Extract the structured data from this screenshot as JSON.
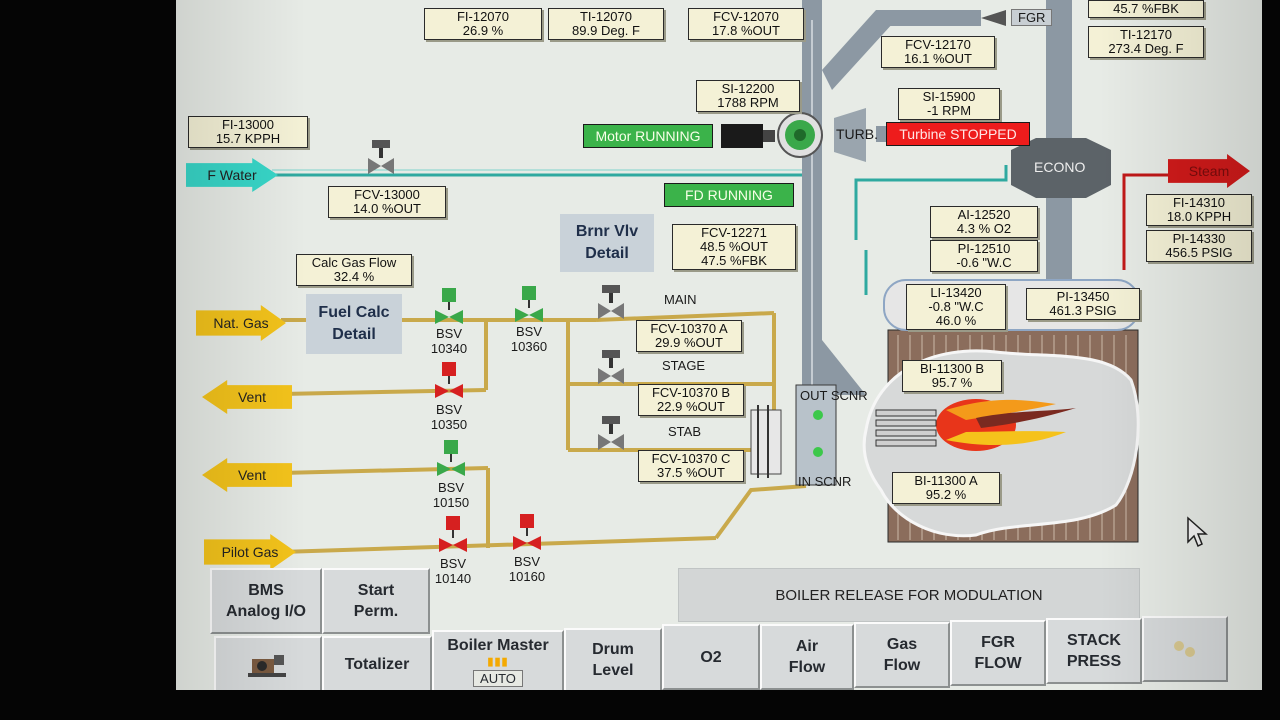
{
  "tags": {
    "fi_12070": {
      "name": "FI-12070",
      "value": "26.9   %"
    },
    "ti_12070": {
      "name": "TI-12070",
      "value": "89.9 Deg. F"
    },
    "fcv_12070": {
      "name": "FCV-12070",
      "value": "17.8 %OUT"
    },
    "fbk_top": {
      "value": "45.7 %FBK"
    },
    "fcv_12170": {
      "name": "FCV-12170",
      "value": "16.1 %OUT"
    },
    "ti_12170": {
      "name": "TI-12170",
      "value": "273.4 Deg. F"
    },
    "si_12200": {
      "name": "SI-12200",
      "value": "1788 RPM"
    },
    "si_15900": {
      "name": "SI-15900",
      "value": "-1  RPM"
    },
    "fi_13000": {
      "name": "FI-13000",
      "value": "15.7 KPPH"
    },
    "fcv_13000": {
      "name": "FCV-13000",
      "value": "14.0 %OUT"
    },
    "calc_gas": {
      "name": "Calc Gas Flow",
      "value": "32.4    %"
    },
    "fcv_12271": {
      "name": "FCV-12271",
      "value": "48.5 %OUT",
      "value2": "47.5 %FBK"
    },
    "ai_12520": {
      "name": "AI-12520",
      "value": "4.3   % O2"
    },
    "pi_12510": {
      "name": "PI-12510",
      "value": "-0.6  \"W.C"
    },
    "fi_14310": {
      "name": "FI-14310",
      "value": "18.0 KPPH"
    },
    "pi_14330": {
      "name": "PI-14330",
      "value": "456.5 PSIG"
    },
    "li_13420": {
      "name": "LI-13420",
      "value": "-0.8  \"W.C",
      "value2": "46.0    %"
    },
    "pi_13450": {
      "name": "PI-13450",
      "value": "461.3 PSIG"
    },
    "fcv_10370a": {
      "name": "FCV-10370 A",
      "value": "29.9 %OUT"
    },
    "fcv_10370b": {
      "name": "FCV-10370 B",
      "value": "22.9 %OUT"
    },
    "fcv_10370c": {
      "name": "FCV-10370 C",
      "value": "37.5 %OUT"
    },
    "bi_11300b": {
      "name": "BI-11300 B",
      "value": "95.7   %"
    },
    "bi_11300a": {
      "name": "BI-11300 A",
      "value": "95.2   %"
    }
  },
  "status": {
    "motor": "Motor RUNNING",
    "turbine": "Turbine STOPPED",
    "fd": "FD RUNNING"
  },
  "labels": {
    "fgr": "FGR",
    "turb": "TURB.",
    "econo": "ECONO",
    "main": "MAIN",
    "stage": "STAGE",
    "stab": "STAB",
    "out_scnr": "OUT SCNR",
    "in_scnr": "IN SCNR",
    "fuel_calc_l1": "Fuel Calc",
    "fuel_calc_l2": "Detail",
    "brnr_l1": "Brnr Vlv",
    "brnr_l2": "Detail",
    "banner": "BOILER RELEASE FOR MODULATION"
  },
  "arrows": {
    "f_water": "F Water",
    "nat_gas": "Nat. Gas",
    "vent1": "Vent",
    "vent2": "Vent",
    "pilot_gas": "Pilot Gas",
    "steam": "Steam"
  },
  "valves": {
    "v10340": {
      "type": "BSV",
      "num": "10340"
    },
    "v10360": {
      "type": "BSV",
      "num": "10360"
    },
    "v10350": {
      "type": "BSV",
      "num": "10350"
    },
    "v10150": {
      "type": "BSV",
      "num": "10150"
    },
    "v10140": {
      "type": "BSV",
      "num": "10140"
    },
    "v10160": {
      "type": "BSV",
      "num": "10160"
    }
  },
  "nav": {
    "bms_l1": "BMS",
    "bms_l2": "Analog I/O",
    "start_l1": "Start",
    "start_l2": "Perm.",
    "totalizer": "Totalizer",
    "boiler_master": "Boiler Master",
    "boiler_master_mode": "AUTO",
    "drum_l1": "Drum",
    "drum_l2": "Level",
    "o2": "O2",
    "air_l1": "Air",
    "air_l2": "Flow",
    "gas_l1": "Gas",
    "gas_l2": "Flow",
    "fgr_l1": "FGR",
    "fgr_l2": "FLOW",
    "stack_l1": "STACK",
    "stack_l2": "PRESS"
  },
  "colors": {
    "pipe_gas": "#c9a94b",
    "pipe_water": "#2fa9a0",
    "valve_open": "#3aa84a",
    "valve_closed": "#d62020",
    "status_green": "#3bb34a",
    "status_red": "#ee1c1c"
  }
}
